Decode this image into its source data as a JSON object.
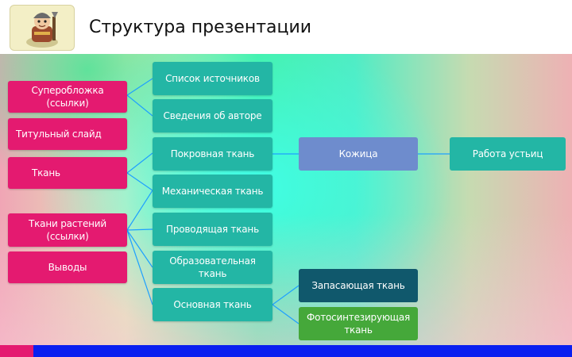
{
  "slide": {
    "title": "Структура презентации"
  },
  "logo": {
    "icon": "cartoon-character-logo-icon"
  },
  "colors": {
    "left_box": "#e41a70",
    "mid_box": "#23b6a5",
    "blue_box": "#6e8ccd",
    "dark_teal_box": "#10586c",
    "green_box": "#45a83a",
    "connector": "#1ea0ff",
    "bottom_bar_red": "#e41a70",
    "bottom_bar_blue": "#0a1ff0"
  },
  "left_column": [
    {
      "label": "Суперобложка (ссылки)"
    },
    {
      "label": "Титульный слайд"
    },
    {
      "label": "Ткань"
    },
    {
      "label": "Ткани растений (ссылки)"
    },
    {
      "label": "Выводы"
    }
  ],
  "middle_column": [
    {
      "label": "Список источников"
    },
    {
      "label": "Сведения об авторе"
    },
    {
      "label": "Покровная ткань"
    },
    {
      "label": "Механическая ткань"
    },
    {
      "label": "Проводящая ткань"
    },
    {
      "label": "Образовательная ткань"
    },
    {
      "label": "Основная ткань"
    }
  ],
  "right_column": [
    {
      "label": "Кожица"
    },
    {
      "label": "Работа устьиц"
    },
    {
      "label": "Запасающая ткань"
    },
    {
      "label": "Фотосинтезирующая ткань"
    }
  ]
}
